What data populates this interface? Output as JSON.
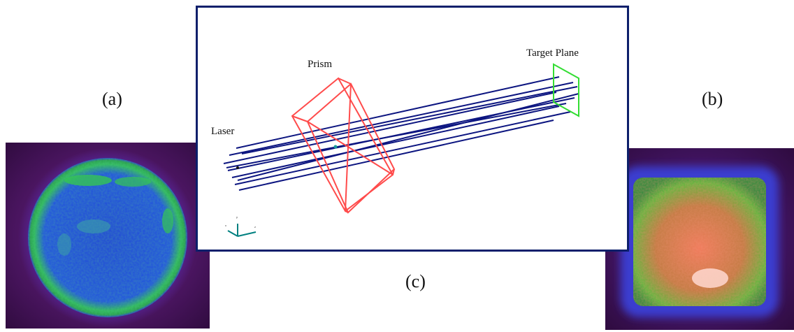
{
  "captions": {
    "a": "(a)",
    "b": "(b)",
    "c": "(c)"
  },
  "diagram": {
    "labels": {
      "laser": "Laser",
      "prism": "Prism",
      "target": "Target Plane"
    },
    "axes": {
      "x": "x",
      "y": "y",
      "z": "z"
    }
  },
  "colors": {
    "frame": "#0d1f6b",
    "rays": "#0c1580",
    "prism": "#ff4b4b",
    "target_plane": "#33dd33",
    "axes": "#008080"
  },
  "images": {
    "a": {
      "description_icon": "circular-beam-profile-icon"
    },
    "b": {
      "description_icon": "square-beam-profile-icon"
    }
  }
}
